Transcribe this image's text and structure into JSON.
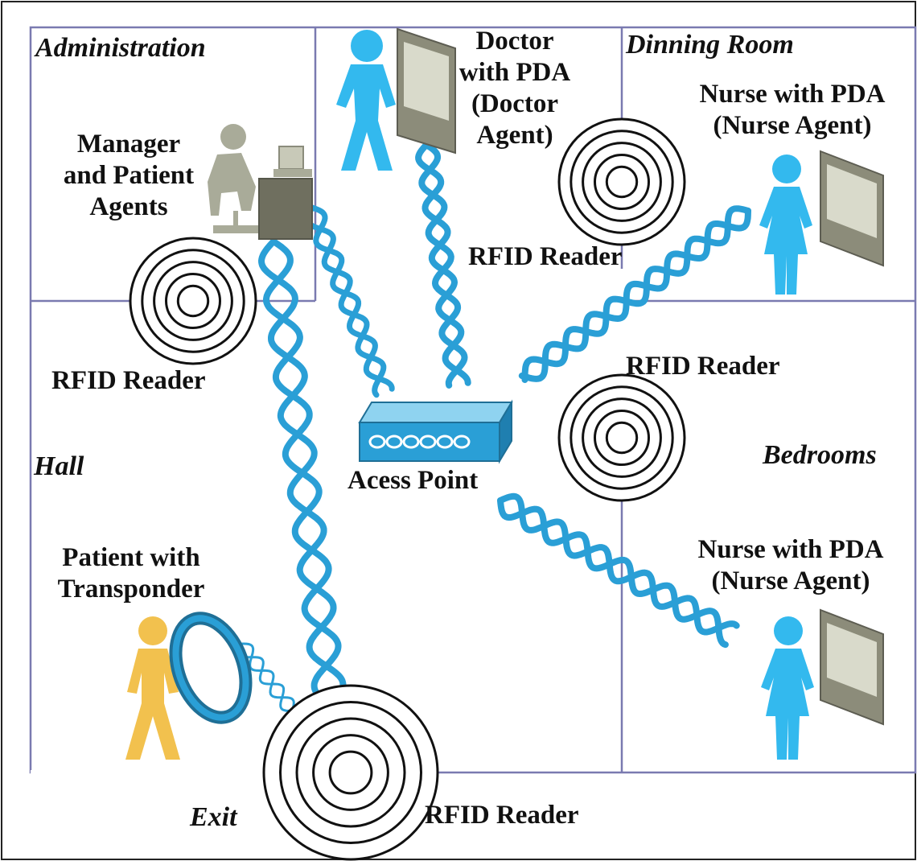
{
  "rooms": {
    "administration": "Administration",
    "dining": "Dinning Room",
    "hall": "Hall",
    "bedrooms": "Bedrooms",
    "exit": "Exit"
  },
  "labels": {
    "manager": [
      "Manager",
      "and Patient",
      "Agents"
    ],
    "doctor": [
      "Doctor",
      "with PDA",
      "(Doctor",
      "Agent)"
    ],
    "nurse_top": [
      "Nurse with PDA",
      "(Nurse Agent)"
    ],
    "nurse_bottom": [
      "Nurse with PDA",
      "(Nurse Agent)"
    ],
    "patient": [
      "Patient with",
      "Transponder"
    ],
    "access_point": "Acess Point",
    "rfid_admin": "RFID Reader",
    "rfid_dining": "RFID Reader",
    "rfid_bedrooms": "RFID Reader",
    "rfid_exit": "RFID Reader"
  },
  "colors": {
    "wave": "#2a9fd6",
    "person_staff": "#33b9ee",
    "person_patient": "#f2c14e",
    "wall": "#7a7ab0",
    "desk_figure": "#a9ab99",
    "pda": "#8c8c7a"
  },
  "icons": {
    "reader": "rfid-reader-icon",
    "access_point": "access-point-icon",
    "person": "person-icon",
    "pda": "pda-icon",
    "wristband": "transponder-wristband-icon",
    "workstation": "workstation-icon"
  }
}
